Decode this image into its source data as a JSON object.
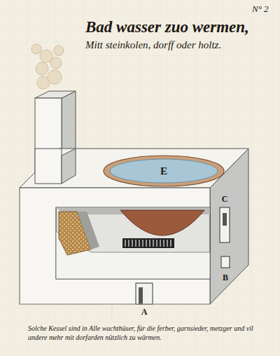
{
  "diagram": {
    "title": "Bad wasser zuo wermen,",
    "caption": "Solche Kessel sind in Alle wachthüser, für die ferber, garnsieder, metzger und vil andere mehr mit dorfarden nützlich zu wärmen.",
    "labels": [
      "Mitt steinkolen, dorff oder holtz.",
      "N° 2",
      "E",
      "C",
      "B",
      "A"
    ]
  }
}
